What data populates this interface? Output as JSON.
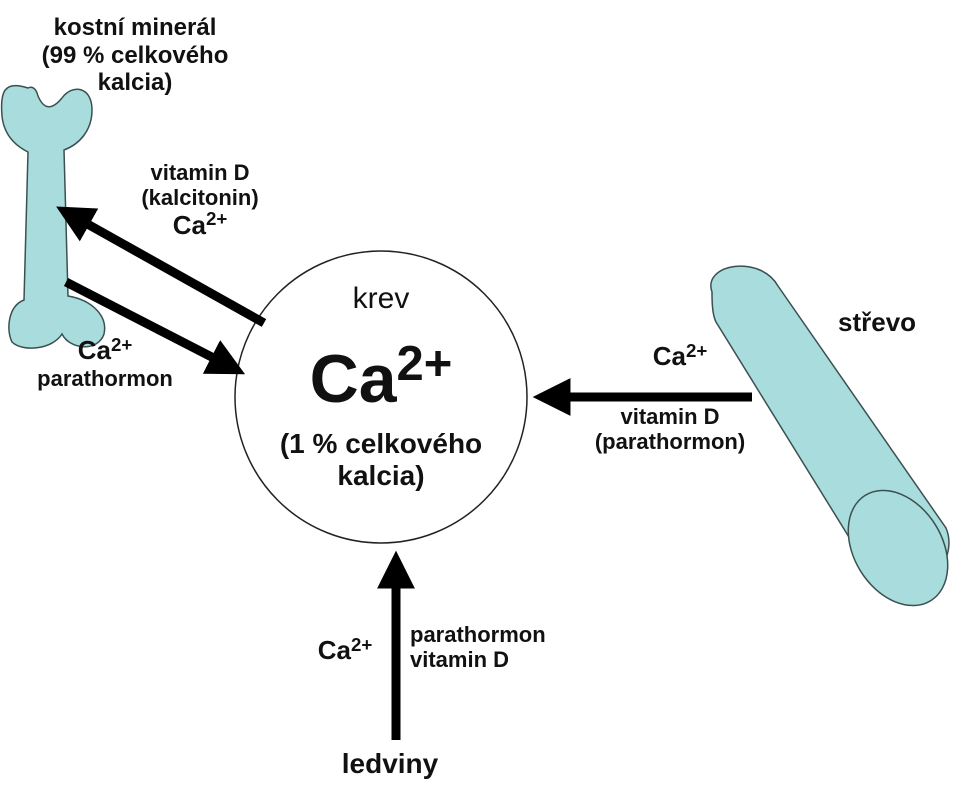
{
  "bone": {
    "title": [
      "kostní minerál",
      "(99 % celkového",
      "kalcia)"
    ],
    "fill_color": "#a9dcdc",
    "to_bone_hormones": [
      "vitamin D",
      "(kalcitonin)"
    ],
    "to_bone_ion": "Ca",
    "to_bone_charge": "2+",
    "from_bone_ion": "Ca",
    "from_bone_charge": "2+",
    "from_bone_hormone": "parathormon"
  },
  "blood": {
    "label": "krev",
    "ion": "Ca",
    "charge": "2+",
    "share": [
      "(1 % celkového",
      "kalcia)"
    ]
  },
  "gut": {
    "title": "střevo",
    "fill_color": "#a9dcdc",
    "ion": "Ca",
    "charge": "2+",
    "hormones": [
      "vitamin D",
      "(parathormon)"
    ]
  },
  "kidney": {
    "title": "ledviny",
    "ion": "Ca",
    "charge": "2+",
    "hormones": [
      "parathormon",
      "vitamin D"
    ]
  },
  "colors": {
    "arrow": "#000000",
    "outline": "#111111"
  }
}
